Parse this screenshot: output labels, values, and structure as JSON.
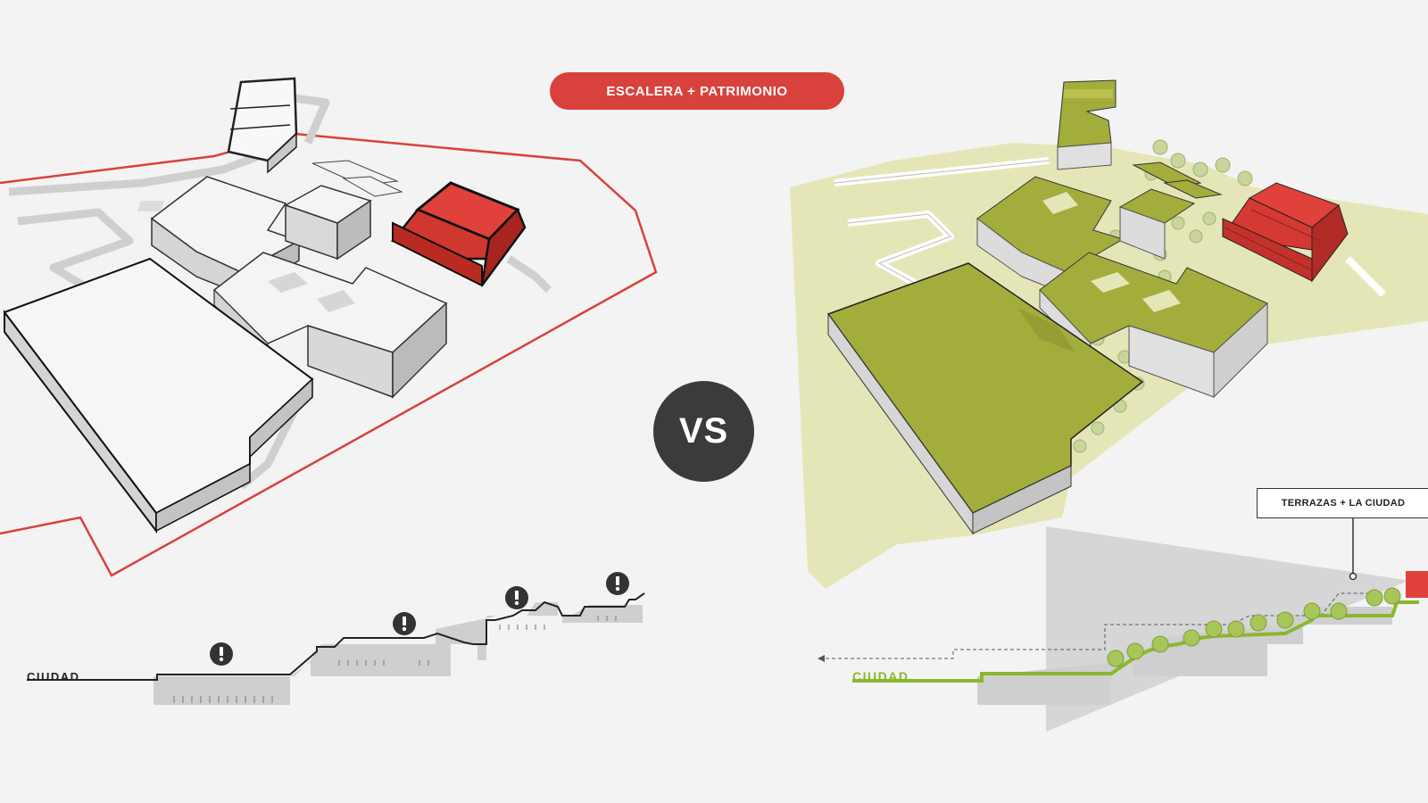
{
  "header": {
    "title": "ESCALERA + PATRIMONIO"
  },
  "center": {
    "vs_label": "VS"
  },
  "left_section": {
    "city_label": "CIUDAD",
    "warning_icon": "exclamation-icon",
    "warning_count": 4
  },
  "right_section": {
    "city_label": "CIUDAD",
    "callout": "TERRAZAS + LA CIUDAD"
  },
  "colors": {
    "accent_red": "#d9413c",
    "roof_green": "#a3ad3b",
    "path_green": "#8ab82c",
    "site_beige": "#e5e6b8",
    "building_grey": "#e2e2e2",
    "dark": "#3b3b3b"
  }
}
